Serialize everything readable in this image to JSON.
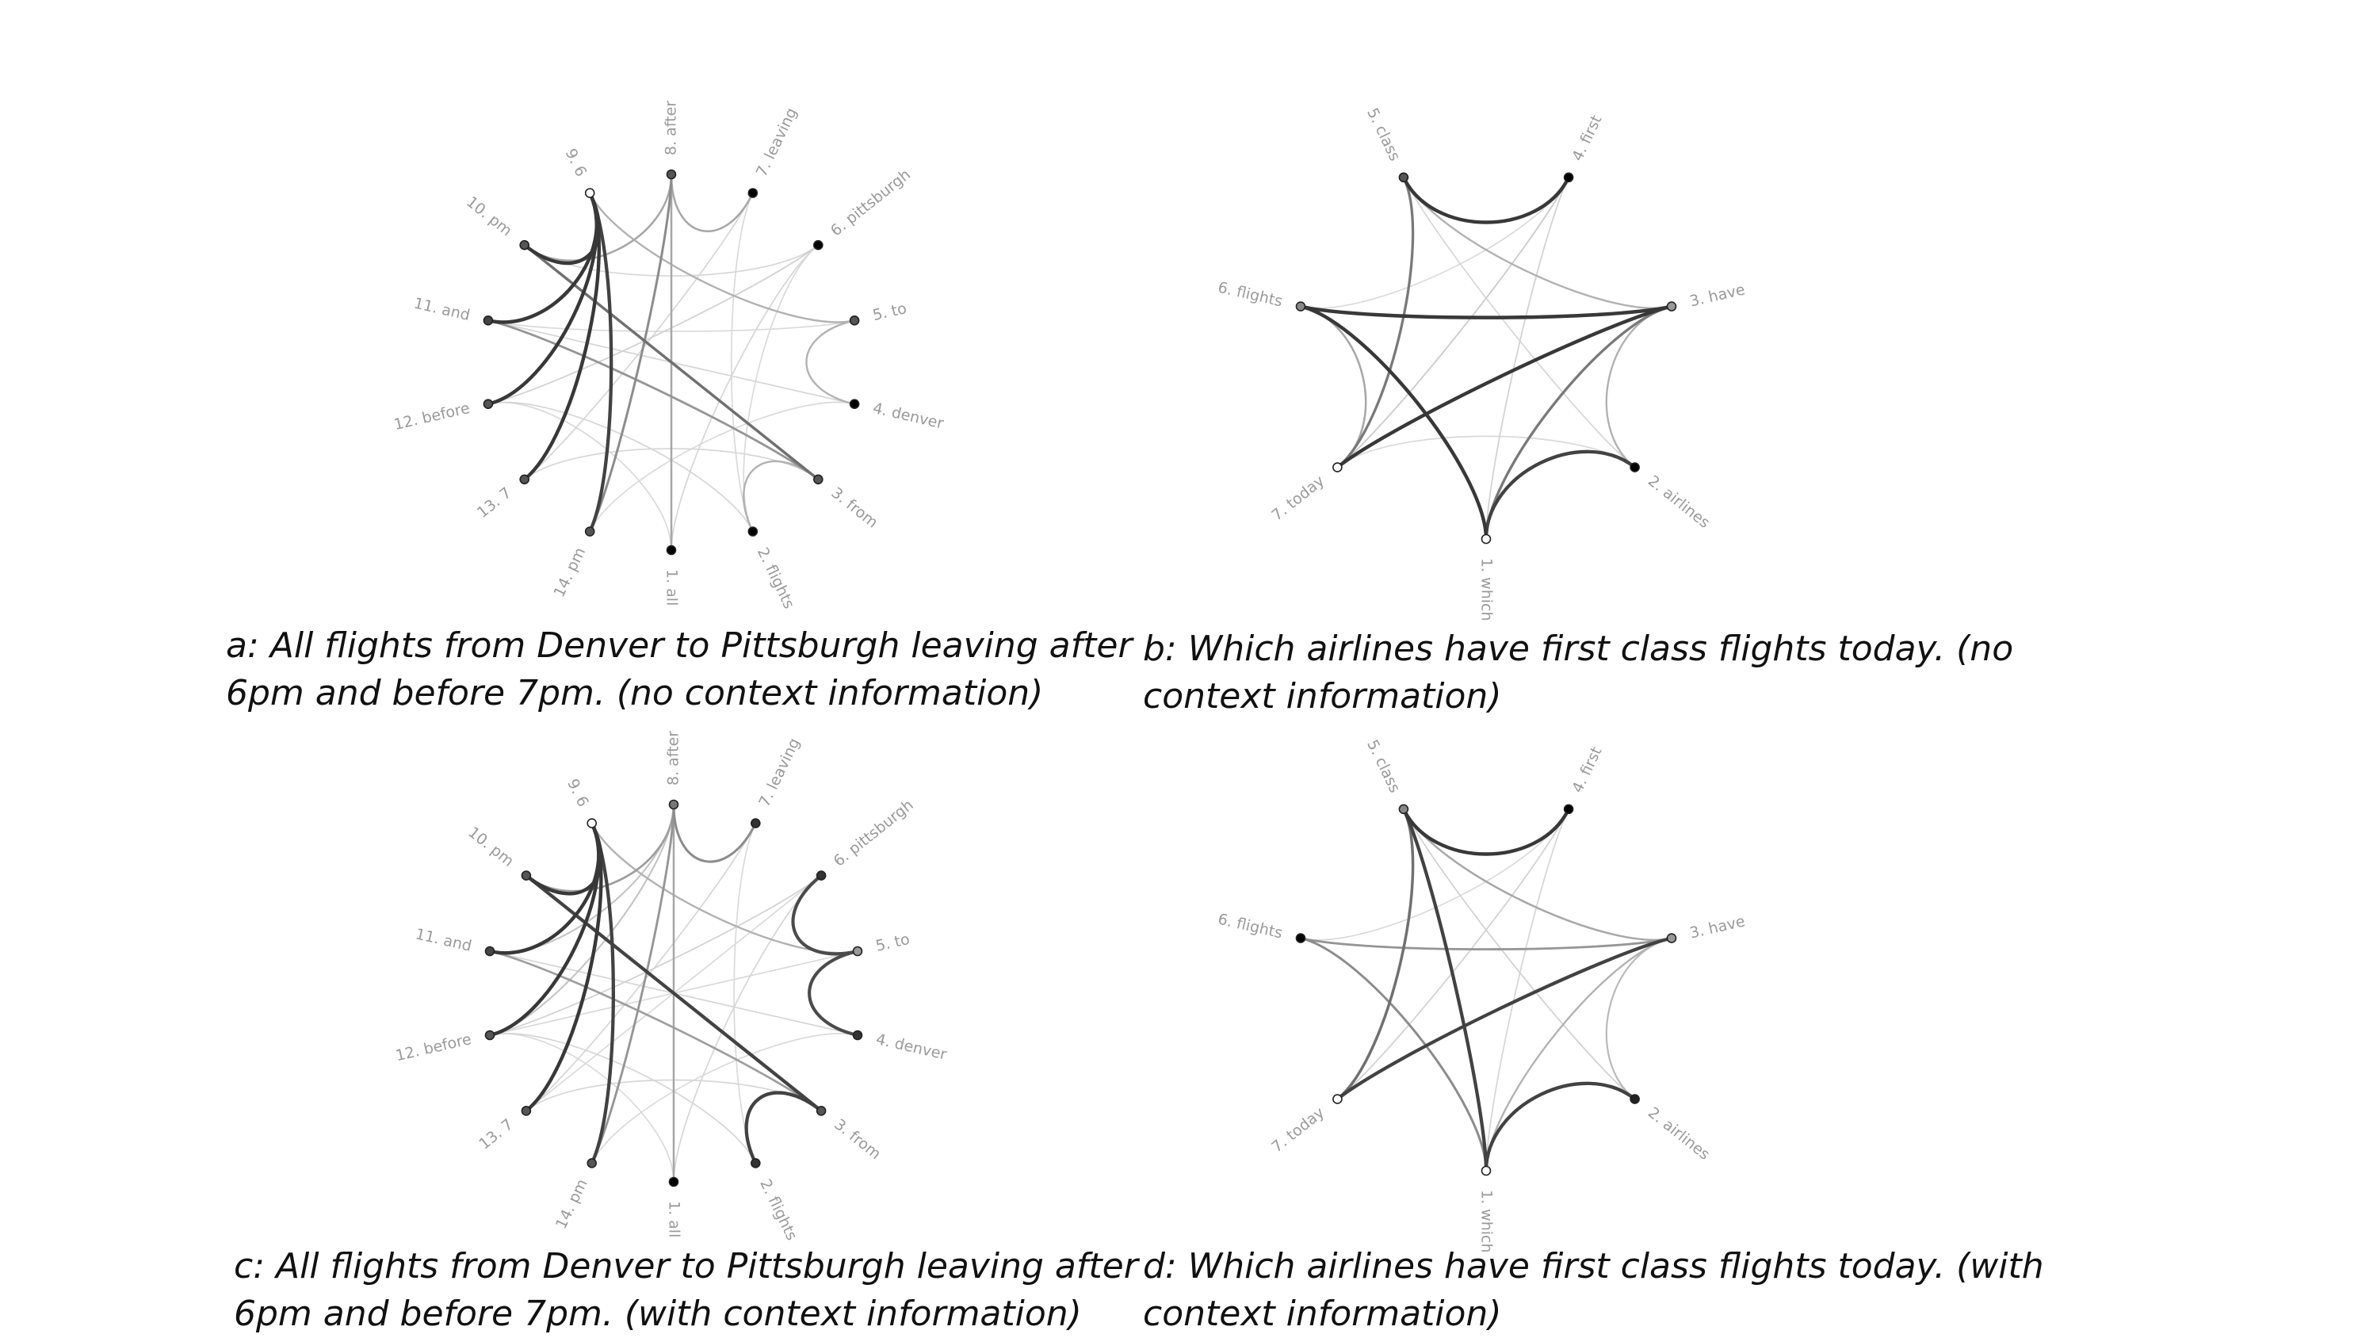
{
  "panels": [
    {
      "id": "a",
      "caption": "a: All flights from Denver to Pittsburgh leaving after\n6pm and before 7pm. (no context information)",
      "nodes": [
        {
          "label": "1. all",
          "fill": "#000000"
        },
        {
          "label": "2. flights",
          "fill": "#000000"
        },
        {
          "label": "3. from",
          "fill": "#555555"
        },
        {
          "label": "4. denver",
          "fill": "#000000"
        },
        {
          "label": "5. to",
          "fill": "#555555"
        },
        {
          "label": "6. pittsburgh",
          "fill": "#000000"
        },
        {
          "label": "7. leaving",
          "fill": "#000000"
        },
        {
          "label": "8. after",
          "fill": "#555555"
        },
        {
          "label": "9. 6",
          "fill": "#ffffff"
        },
        {
          "label": "10. pm",
          "fill": "#555555"
        },
        {
          "label": "11. and",
          "fill": "#444444"
        },
        {
          "label": "12. before",
          "fill": "#555555"
        },
        {
          "label": "13. 7",
          "fill": "#555555"
        },
        {
          "label": "14. pm",
          "fill": "#555555"
        }
      ],
      "edges": [
        {
          "from": 9,
          "to": 10,
          "weight": 0.95
        },
        {
          "from": 9,
          "to": 11,
          "weight": 0.95
        },
        {
          "from": 9,
          "to": 12,
          "weight": 0.95
        },
        {
          "from": 9,
          "to": 13,
          "weight": 0.95
        },
        {
          "from": 9,
          "to": 14,
          "weight": 0.9
        },
        {
          "from": 10,
          "to": 3,
          "weight": 0.65
        },
        {
          "from": 8,
          "to": 14,
          "weight": 0.5
        },
        {
          "from": 8,
          "to": 1,
          "weight": 0.35
        },
        {
          "from": 8,
          "to": 7,
          "weight": 0.35
        },
        {
          "from": 8,
          "to": 10,
          "weight": 0.35
        },
        {
          "from": 5,
          "to": 4,
          "weight": 0.3
        },
        {
          "from": 2,
          "to": 3,
          "weight": 0.3
        },
        {
          "from": 5,
          "to": 9,
          "weight": 0.3
        },
        {
          "from": 11,
          "to": 3,
          "weight": 0.45
        },
        {
          "from": 6,
          "to": 12,
          "weight": 0.12
        },
        {
          "from": 1,
          "to": 6,
          "weight": 0.1
        },
        {
          "from": 4,
          "to": 11,
          "weight": 0.1
        },
        {
          "from": 7,
          "to": 13,
          "weight": 0.1
        },
        {
          "from": 2,
          "to": 12,
          "weight": 0.1
        },
        {
          "from": 3,
          "to": 13,
          "weight": 0.1
        },
        {
          "from": 6,
          "to": 10,
          "weight": 0.1
        },
        {
          "from": 4,
          "to": 14,
          "weight": 0.08
        },
        {
          "from": 7,
          "to": 2,
          "weight": 0.08
        },
        {
          "from": 1,
          "to": 12,
          "weight": 0.08
        },
        {
          "from": 6,
          "to": 2,
          "weight": 0.08
        },
        {
          "from": 5,
          "to": 11,
          "weight": 0.08
        }
      ]
    },
    {
      "id": "b",
      "caption": "b: Which airlines have first class flights today. (no\ncontext information)",
      "nodes": [
        {
          "label": "1. which",
          "fill": "#ffffff"
        },
        {
          "label": "2. airlines",
          "fill": "#000000"
        },
        {
          "label": "3. have",
          "fill": "#999999"
        },
        {
          "label": "4. first",
          "fill": "#000000"
        },
        {
          "label": "5. class",
          "fill": "#555555"
        },
        {
          "label": "6. flights",
          "fill": "#888888"
        },
        {
          "label": "7. today",
          "fill": "#ffffff"
        }
      ],
      "edges": [
        {
          "from": 5,
          "to": 4,
          "weight": 0.95
        },
        {
          "from": 6,
          "to": 3,
          "weight": 0.95
        },
        {
          "from": 7,
          "to": 3,
          "weight": 0.95
        },
        {
          "from": 6,
          "to": 1,
          "weight": 0.95
        },
        {
          "from": 1,
          "to": 2,
          "weight": 0.9
        },
        {
          "from": 5,
          "to": 7,
          "weight": 0.6
        },
        {
          "from": 3,
          "to": 1,
          "weight": 0.6
        },
        {
          "from": 6,
          "to": 7,
          "weight": 0.35
        },
        {
          "from": 2,
          "to": 3,
          "weight": 0.3
        },
        {
          "from": 5,
          "to": 3,
          "weight": 0.3
        },
        {
          "from": 4,
          "to": 7,
          "weight": 0.15
        },
        {
          "from": 4,
          "to": 1,
          "weight": 0.12
        },
        {
          "from": 5,
          "to": 2,
          "weight": 0.1
        },
        {
          "from": 6,
          "to": 4,
          "weight": 0.08
        },
        {
          "from": 7,
          "to": 2,
          "weight": 0.08
        }
      ]
    },
    {
      "id": "c",
      "caption": "c: All flights from Denver to Pittsburgh leaving after\n6pm and before 7pm. (with context information)",
      "nodes": [
        {
          "label": "1. all",
          "fill": "#000000"
        },
        {
          "label": "2. flights",
          "fill": "#333333"
        },
        {
          "label": "3. from",
          "fill": "#555555"
        },
        {
          "label": "4. denver",
          "fill": "#333333"
        },
        {
          "label": "5. to",
          "fill": "#999999"
        },
        {
          "label": "6. pittsburgh",
          "fill": "#333333"
        },
        {
          "label": "7. leaving",
          "fill": "#333333"
        },
        {
          "label": "8. after",
          "fill": "#777777"
        },
        {
          "label": "9. 6",
          "fill": "#ffffff"
        },
        {
          "label": "10. pm",
          "fill": "#555555"
        },
        {
          "label": "11. and",
          "fill": "#444444"
        },
        {
          "label": "12. before",
          "fill": "#555555"
        },
        {
          "label": "13. 7",
          "fill": "#555555"
        },
        {
          "label": "14. pm",
          "fill": "#555555"
        }
      ],
      "edges": [
        {
          "from": 9,
          "to": 10,
          "weight": 0.95
        },
        {
          "from": 9,
          "to": 11,
          "weight": 0.95
        },
        {
          "from": 9,
          "to": 12,
          "weight": 0.95
        },
        {
          "from": 9,
          "to": 13,
          "weight": 0.95
        },
        {
          "from": 9,
          "to": 14,
          "weight": 0.9
        },
        {
          "from": 10,
          "to": 3,
          "weight": 0.9
        },
        {
          "from": 2,
          "to": 3,
          "weight": 0.9
        },
        {
          "from": 6,
          "to": 5,
          "weight": 0.85
        },
        {
          "from": 4,
          "to": 5,
          "weight": 0.85
        },
        {
          "from": 8,
          "to": 7,
          "weight": 0.5
        },
        {
          "from": 8,
          "to": 14,
          "weight": 0.45
        },
        {
          "from": 8,
          "to": 10,
          "weight": 0.4
        },
        {
          "from": 8,
          "to": 1,
          "weight": 0.35
        },
        {
          "from": 5,
          "to": 9,
          "weight": 0.3
        },
        {
          "from": 11,
          "to": 3,
          "weight": 0.4
        },
        {
          "from": 8,
          "to": 12,
          "weight": 0.2
        },
        {
          "from": 8,
          "to": 11,
          "weight": 0.2
        },
        {
          "from": 6,
          "to": 12,
          "weight": 0.12
        },
        {
          "from": 1,
          "to": 6,
          "weight": 0.1
        },
        {
          "from": 4,
          "to": 11,
          "weight": 0.1
        },
        {
          "from": 7,
          "to": 13,
          "weight": 0.1
        },
        {
          "from": 2,
          "to": 12,
          "weight": 0.1
        },
        {
          "from": 3,
          "to": 13,
          "weight": 0.1
        },
        {
          "from": 4,
          "to": 14,
          "weight": 0.08
        },
        {
          "from": 7,
          "to": 2,
          "weight": 0.08
        },
        {
          "from": 1,
          "to": 12,
          "weight": 0.08
        },
        {
          "from": 5,
          "to": 12,
          "weight": 0.08
        },
        {
          "from": 6,
          "to": 13,
          "weight": 0.08
        }
      ]
    },
    {
      "id": "d",
      "caption": "d: Which airlines have first class flights today. (with\ncontext information)",
      "nodes": [
        {
          "label": "1. which",
          "fill": "#ffffff"
        },
        {
          "label": "2. airlines",
          "fill": "#222222"
        },
        {
          "label": "3. have",
          "fill": "#999999"
        },
        {
          "label": "4. first",
          "fill": "#000000"
        },
        {
          "label": "5. class",
          "fill": "#888888"
        },
        {
          "label": "6. flights",
          "fill": "#000000"
        },
        {
          "label": "7. today",
          "fill": "#ffffff"
        }
      ],
      "edges": [
        {
          "from": 5,
          "to": 4,
          "weight": 0.95
        },
        {
          "from": 7,
          "to": 3,
          "weight": 0.9
        },
        {
          "from": 5,
          "to": 1,
          "weight": 0.9
        },
        {
          "from": 1,
          "to": 2,
          "weight": 0.9
        },
        {
          "from": 5,
          "to": 7,
          "weight": 0.65
        },
        {
          "from": 6,
          "to": 1,
          "weight": 0.5
        },
        {
          "from": 6,
          "to": 3,
          "weight": 0.45
        },
        {
          "from": 5,
          "to": 3,
          "weight": 0.35
        },
        {
          "from": 3,
          "to": 1,
          "weight": 0.3
        },
        {
          "from": 2,
          "to": 3,
          "weight": 0.25
        },
        {
          "from": 4,
          "to": 7,
          "weight": 0.12
        },
        {
          "from": 5,
          "to": 2,
          "weight": 0.12
        },
        {
          "from": 6,
          "to": 4,
          "weight": 0.08
        },
        {
          "from": 4,
          "to": 1,
          "weight": 0.1
        }
      ]
    }
  ]
}
